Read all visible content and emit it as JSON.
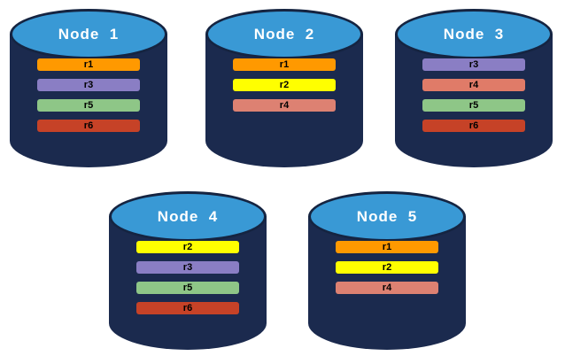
{
  "diagram": {
    "background": "#ffffff",
    "colors": {
      "cylinder_body": "#1b2a4e",
      "cylinder_top": "#3999d5",
      "cylinder_outline": "#152441",
      "title_text": "#ffffff",
      "bar_text": "#000000",
      "r1": "#ff9900",
      "r2": "#ffff00",
      "r3": "#8a7ec4",
      "r4": "#dd8172",
      "r5": "#8ec687",
      "r6": "#c64227"
    },
    "nodes": [
      {
        "title": "Node  1",
        "replicas": [
          {
            "label": "r1",
            "color": "#ff9900"
          },
          {
            "label": "r3",
            "color": "#8a7ec4"
          },
          {
            "label": "r5",
            "color": "#8ec687"
          },
          {
            "label": "r6",
            "color": "#c64227"
          }
        ]
      },
      {
        "title": "Node  2",
        "replicas": [
          {
            "label": "r1",
            "color": "#ff9900"
          },
          {
            "label": "r2",
            "color": "#ffff00"
          },
          {
            "label": "r4",
            "color": "#dd8172"
          }
        ]
      },
      {
        "title": "Node  3",
        "replicas": [
          {
            "label": "r3",
            "color": "#8a7ec4"
          },
          {
            "label": "r4",
            "color": "#e07b68"
          },
          {
            "label": "r5",
            "color": "#8ec687"
          },
          {
            "label": "r6",
            "color": "#c64227"
          }
        ]
      },
      {
        "title": "Node  4",
        "replicas": [
          {
            "label": "r2",
            "color": "#ffff00"
          },
          {
            "label": "r3",
            "color": "#8a7ec4"
          },
          {
            "label": "r5",
            "color": "#8ec687"
          },
          {
            "label": "r6",
            "color": "#c64227"
          }
        ]
      },
      {
        "title": "Node  5",
        "replicas": [
          {
            "label": "r1",
            "color": "#ff9900"
          },
          {
            "label": "r2",
            "color": "#ffff00"
          },
          {
            "label": "r4",
            "color": "#dd8172"
          }
        ]
      }
    ]
  }
}
